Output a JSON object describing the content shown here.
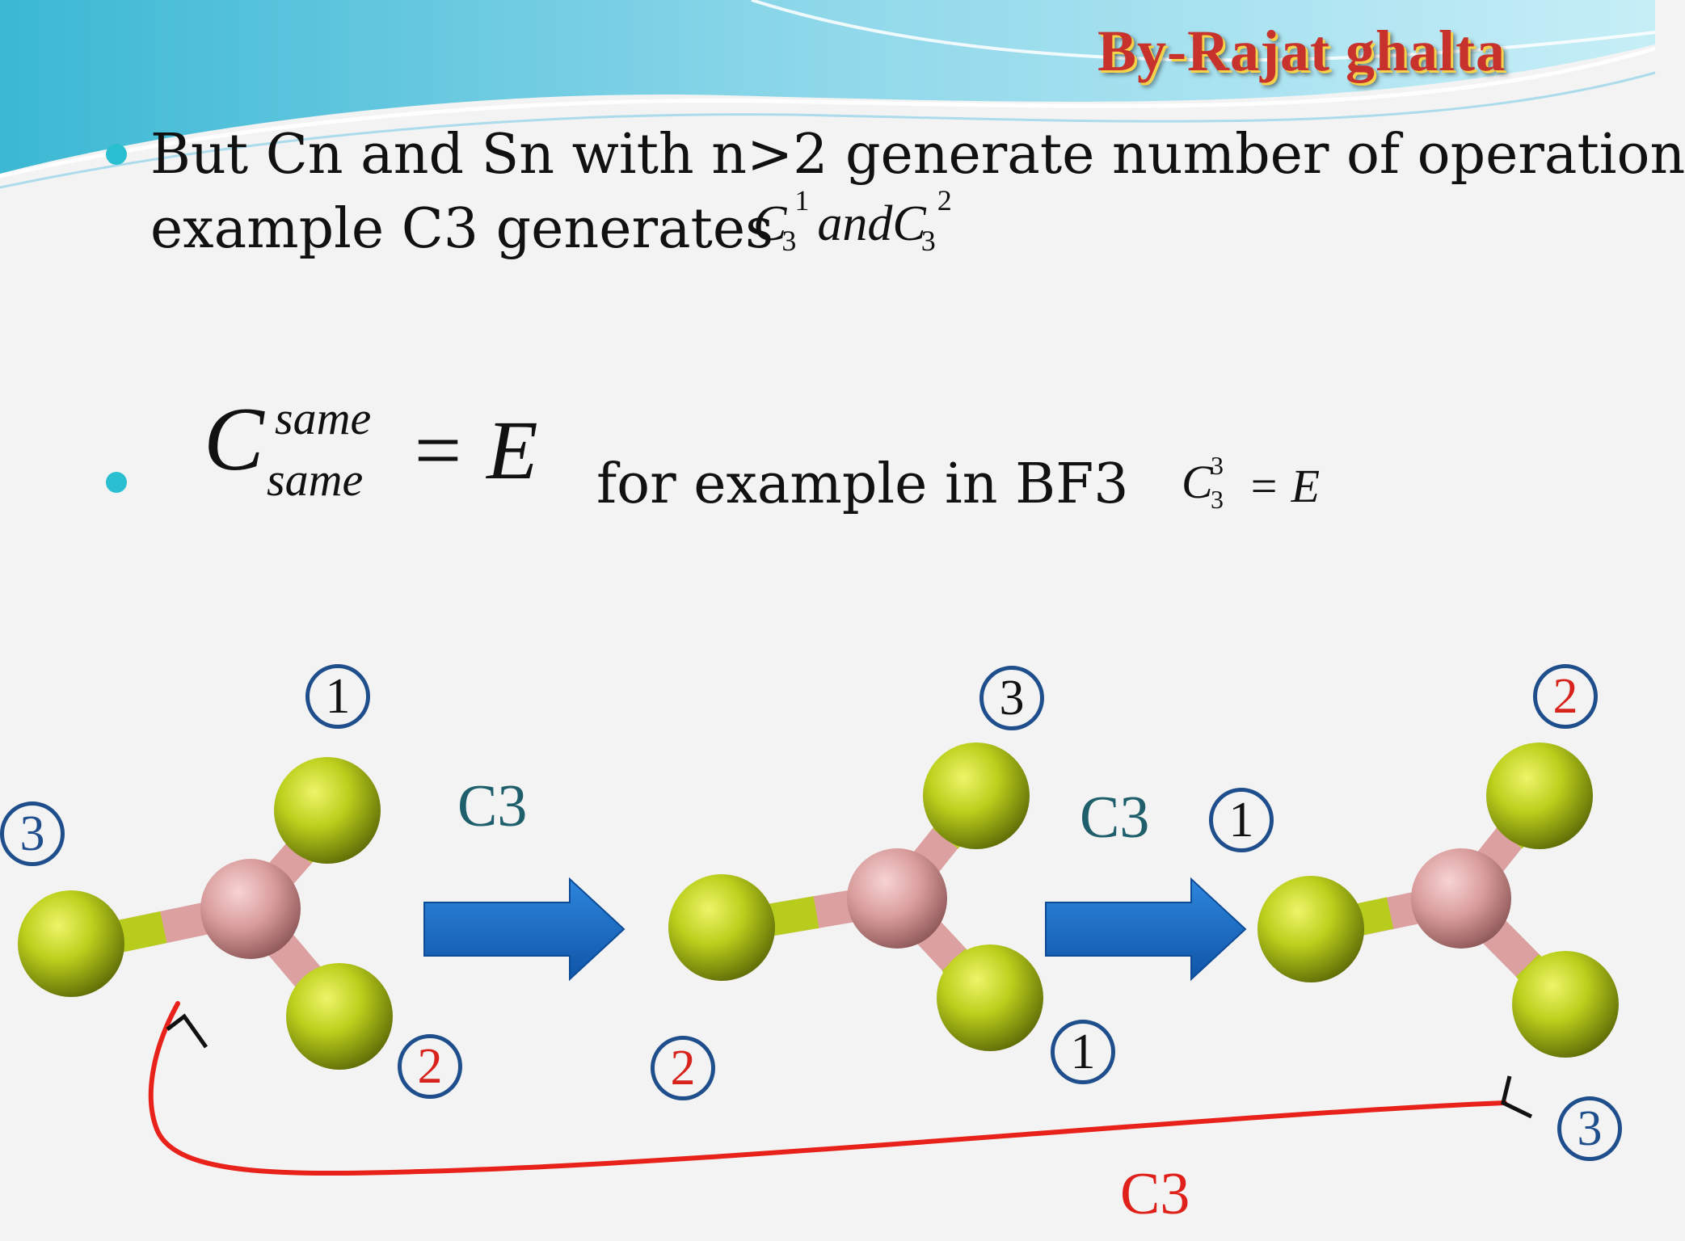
{
  "header": {
    "credit": "By-Rajat ghalta"
  },
  "bullets": [
    {
      "line1": "But Cn and Sn with n>2 generate number of operation",
      "line2_prefix": "example  C3 generates",
      "math": {
        "base1": "C",
        "sub1": "3",
        "sup1": "1",
        "join": "and",
        "base2": "C",
        "sub2": "3",
        "sup2": "2"
      }
    },
    {
      "math_big": {
        "base": "C",
        "sup": "same",
        "sub": "same",
        "rhs": "= E"
      },
      "text": "for   example in BF3",
      "math_small": {
        "base": "C",
        "sup": "3",
        "sub": "3",
        "rhs": "= E"
      }
    }
  ],
  "operations": {
    "arrow1": "C3",
    "arrow2": "C3",
    "return": "C3"
  },
  "labels": {
    "m1_top": "1",
    "m1_left": "3",
    "m1_bottom": "2",
    "m2_top": "3",
    "m2_left": "2",
    "m2_bottom": "1",
    "m3_top": "2",
    "m3_left": "1",
    "m3_bottom": "3"
  },
  "colors": {
    "fluorine": "#b8cc1e",
    "boron": "#dca0a0",
    "arrow": "#1667c0",
    "return_curve": "#e8221a",
    "label_ring": "#1f4e8c",
    "label_red": "#d8231c"
  }
}
